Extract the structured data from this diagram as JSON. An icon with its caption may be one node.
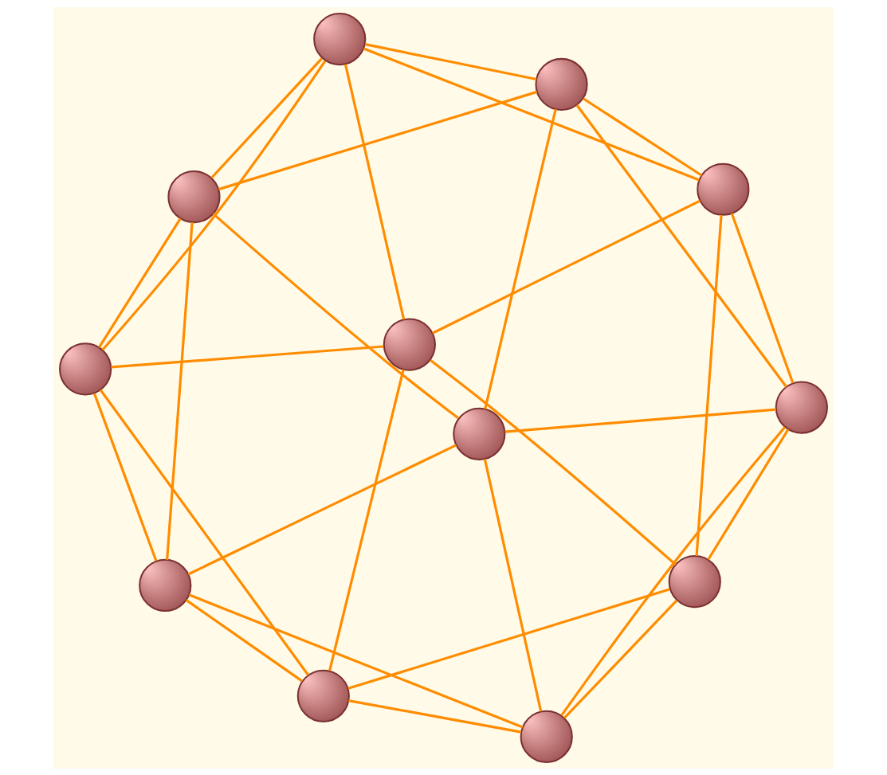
{
  "diagram": {
    "nodes": [
      {
        "text": [],
        "shape": "circle"
      },
      {
        "text": [],
        "shape": "circle"
      },
      {
        "text": [],
        "shape": "circle"
      },
      {
        "text": [],
        "shape": "circle"
      },
      {
        "text": [],
        "shape": "circle"
      },
      {
        "text": [],
        "shape": "circle"
      },
      {
        "text": [],
        "shape": "circle"
      },
      {
        "text": [],
        "shape": "circle"
      },
      {
        "text": [],
        "shape": "circle"
      },
      {
        "text": [],
        "shape": "circle"
      },
      {
        "text": [],
        "shape": "circle"
      },
      {
        "text": [],
        "shape": "circle"
      }
    ],
    "edges": [
      {
        "from": 0,
        "to": 10,
        "arrow": "none"
      },
      {
        "from": 0,
        "to": 2,
        "arrow": "none"
      },
      {
        "from": 0,
        "to": 1,
        "arrow": "none"
      },
      {
        "from": 0,
        "to": 3,
        "arrow": "none"
      },
      {
        "from": 0,
        "to": 11,
        "arrow": "none"
      },
      {
        "from": 1,
        "to": 2,
        "arrow": "none"
      },
      {
        "from": 1,
        "to": 4,
        "arrow": "none"
      },
      {
        "from": 1,
        "to": 5,
        "arrow": "none"
      },
      {
        "from": 1,
        "to": 3,
        "arrow": "none"
      },
      {
        "from": 2,
        "to": 4,
        "arrow": "none"
      },
      {
        "from": 2,
        "to": 7,
        "arrow": "none"
      },
      {
        "from": 2,
        "to": 10,
        "arrow": "none"
      },
      {
        "from": 3,
        "to": 5,
        "arrow": "none"
      },
      {
        "from": 3,
        "to": 8,
        "arrow": "none"
      },
      {
        "from": 3,
        "to": 11,
        "arrow": "none"
      },
      {
        "from": 4,
        "to": 5,
        "arrow": "none"
      },
      {
        "from": 4,
        "to": 7,
        "arrow": "none"
      },
      {
        "from": 4,
        "to": 6,
        "arrow": "none"
      },
      {
        "from": 5,
        "to": 6,
        "arrow": "none"
      },
      {
        "from": 5,
        "to": 8,
        "arrow": "none"
      },
      {
        "from": 7,
        "to": 6,
        "arrow": "none"
      },
      {
        "from": 7,
        "to": 9,
        "arrow": "none"
      },
      {
        "from": 7,
        "to": 10,
        "arrow": "none"
      },
      {
        "from": 6,
        "to": 8,
        "arrow": "none"
      },
      {
        "from": 6,
        "to": 9,
        "arrow": "none"
      },
      {
        "from": 8,
        "to": 9,
        "arrow": "none"
      },
      {
        "from": 8,
        "to": 11,
        "arrow": "none"
      },
      {
        "from": 9,
        "to": 10,
        "arrow": "none"
      },
      {
        "from": 9,
        "to": 11,
        "arrow": "none"
      },
      {
        "from": 10,
        "to": 11,
        "arrow": "none"
      }
    ]
  }
}
